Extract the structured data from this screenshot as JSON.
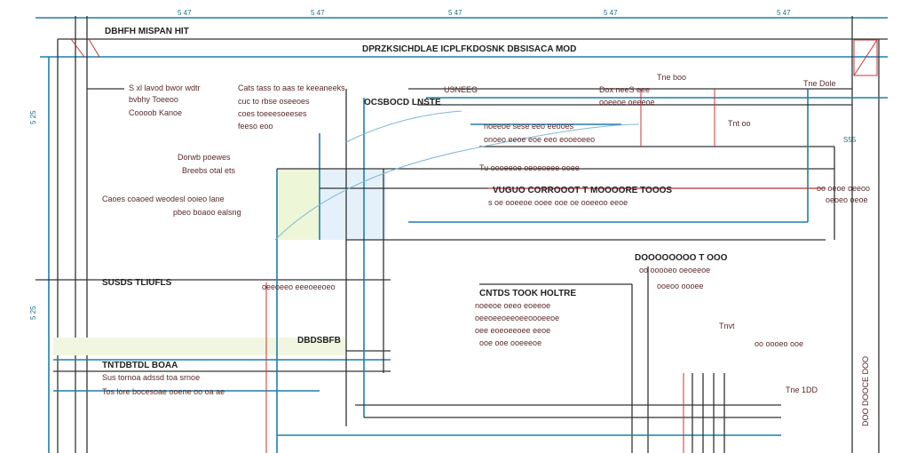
{
  "title_block": {
    "left": "DBHFH MISPAN HIT",
    "main": "DPRZKSICHDLAE ICPLFKDOSNK DBSISACA MOD"
  },
  "dimensions": {
    "top": [
      "5 47",
      "5 47",
      "5 47",
      "5 47",
      "5 47"
    ],
    "left": [
      "5 25",
      "5 25"
    ]
  },
  "labels_left": [
    "S xl lavod bwor wdtr",
    "bvbhy Toeeoo",
    "Coooob Kanoe",
    "Dorwb poewes",
    "Breebs otal ets",
    "Caoes coaoed weodesl ooieo lane",
    "pbeo boaoo ealsng",
    "SUSDS TLIUFLS",
    "DBDSBFB",
    "TNTDBTDL BOAA",
    "Sus tornoa adssd toa srnoe",
    "Tos lore bocesoae ooene oo oa ae"
  ],
  "labels_center": [
    "Cats tass to aas te keeaneeks",
    "cuc to rbse oseeoes",
    "coes toeeesoeeses",
    "feeso eoo",
    "USNEEG",
    "OCSBOCD LNSTE",
    "noeeoe sese eeo eeooes",
    "onoeo eeoe eoe eeo eooeoeeo",
    "VUGUO CORROOOT T MOOOORE TOOOS",
    "s oe ooeeoe ooee ooe oe ooeeoo eeoe",
    "Tu oooeeoe oeoeoeee ooee",
    "oeeoeeo eeeoeeoeo"
  ],
  "labels_lower": [
    "CNTDS TOOK HOLTRE",
    "noeeoe oeeo eoeeoe",
    "oeeoeeoeeoeeoooeeoe",
    "oee eoeoeeoee eeoe",
    "ooe ooe ooeeeoe"
  ],
  "labels_right": [
    "Tne boo",
    "Dox neeS eee",
    "ooeeoe oeeeoe",
    "Tnt oo",
    "Tne Dole",
    "S55",
    "oo oeoe oeeoo",
    "oeoeo oeoe",
    "DOOOOOOOO T OOO",
    "oo ooooeo oeoeeoe",
    "ooeoo oooee",
    "Tnvt",
    "oo oooeo ooe",
    "Tne 1DD",
    "DOO DOOCE DOO"
  ]
}
